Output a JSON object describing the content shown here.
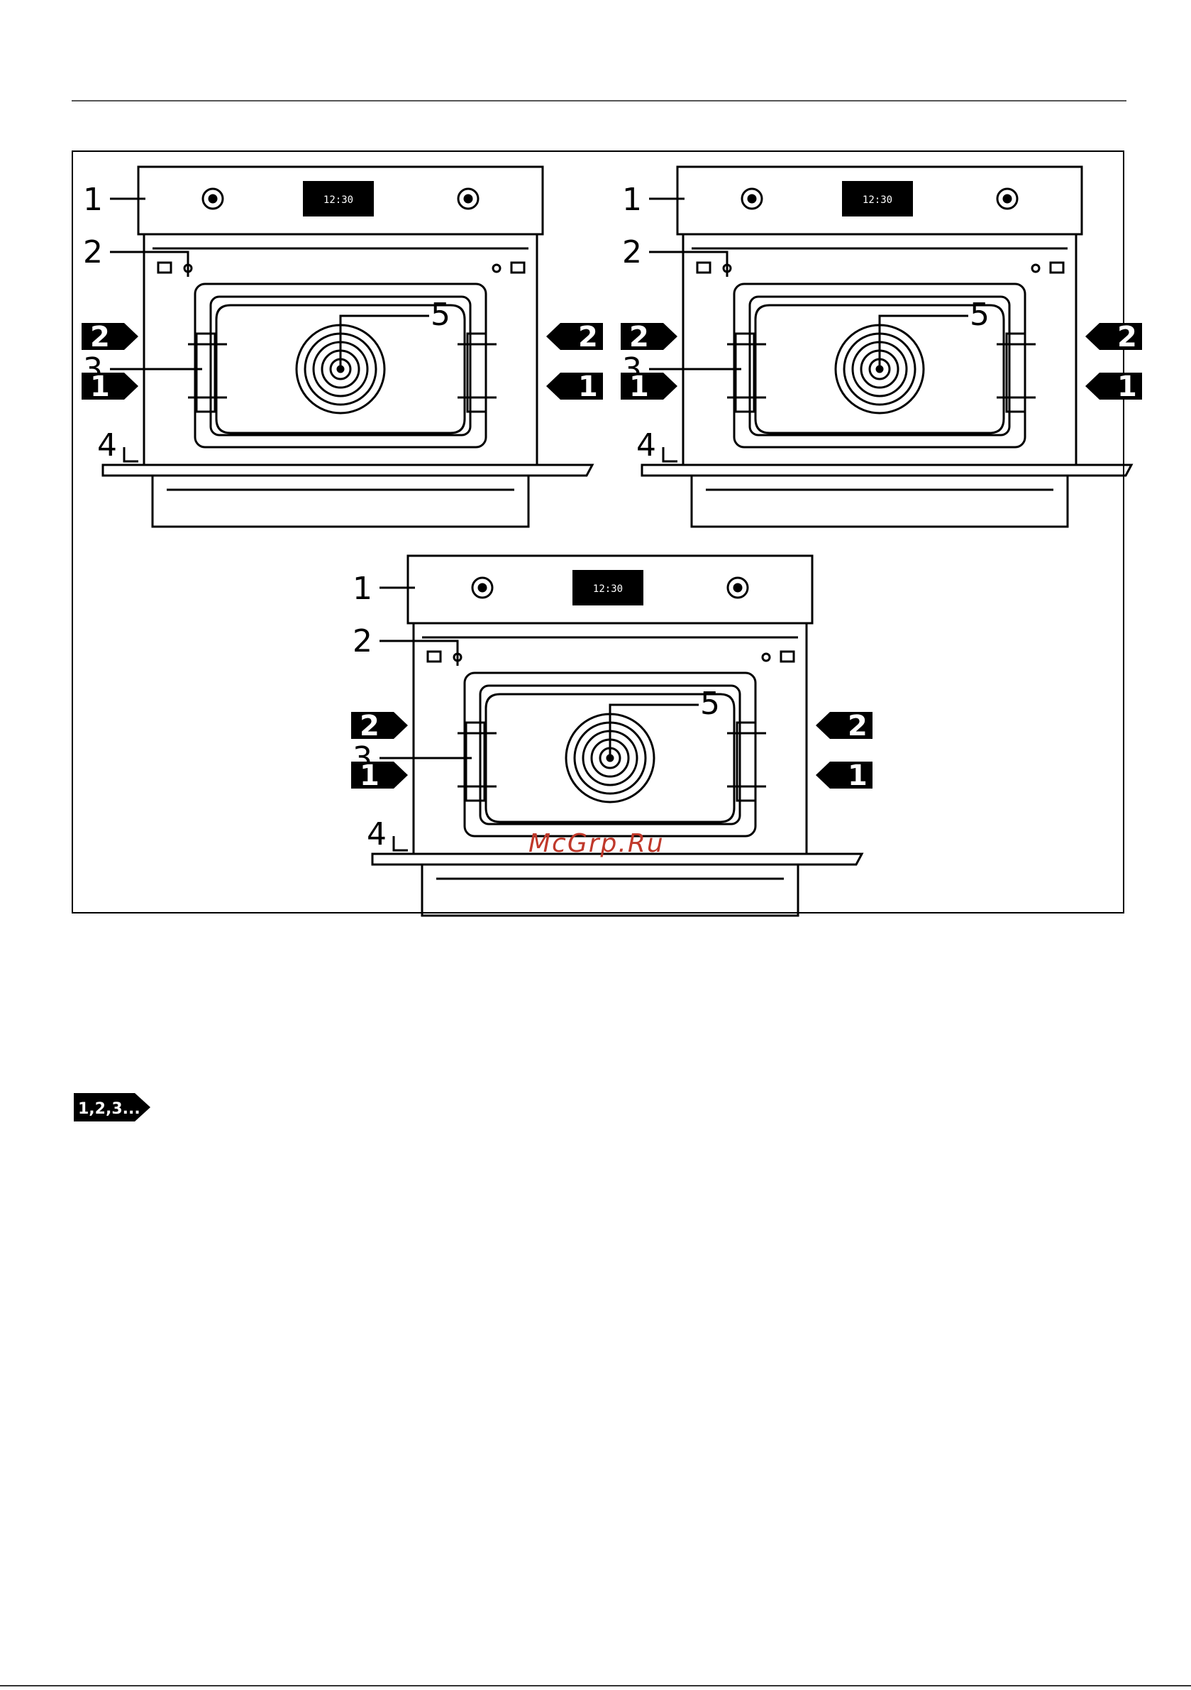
{
  "callouts": {
    "panel": "1",
    "door_frame": "2",
    "runner": "3",
    "door": "4",
    "fan": "5"
  },
  "shelf_levels": {
    "upper": "2",
    "lower": "1"
  },
  "display_time": "12:30",
  "watermark": "McGrp.Ru",
  "sequence_badge": "1,2,3...",
  "colors": {
    "line": "#000000",
    "watermark": "#c0392b",
    "badge": "#000000"
  }
}
